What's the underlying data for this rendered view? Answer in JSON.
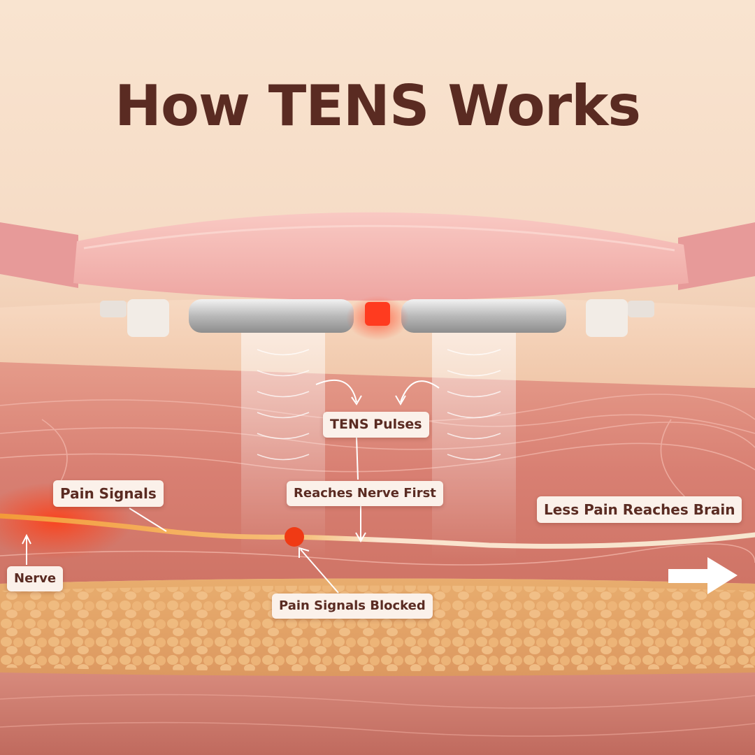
{
  "title": "How TENS Works",
  "labels": {
    "tens_pulses": "TENS Pulses",
    "reaches_nerve_first": "Reaches Nerve First",
    "pain_signals": "Pain Signals",
    "less_pain_reaches_brain": "Less Pain Reaches Brain",
    "nerve": "Nerve",
    "pain_signals_blocked": "Pain Signals Blocked"
  },
  "colors": {
    "title": "#5a2b22",
    "device": "#f4b4b0",
    "pain_nerve": "#f4a24a",
    "calm_nerve": "#f6e6cf",
    "block_dot": "#f03a14",
    "led": "#ff3b1f",
    "fat": "#e9b070",
    "muscle": "#d98275"
  },
  "icons": {
    "direction_arrow": "arrow-right-icon",
    "status_light": "led-icon"
  }
}
